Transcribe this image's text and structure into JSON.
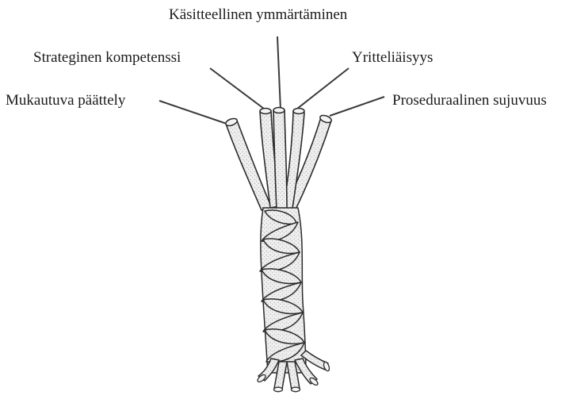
{
  "diagram": {
    "strands": [
      {
        "id": "conceptual",
        "label": "Käsitteellinen ymmärtäminen"
      },
      {
        "id": "strategic",
        "label": "Strateginen kompetenssi"
      },
      {
        "id": "disposition",
        "label": "Yritteliäisyys"
      },
      {
        "id": "reasoning",
        "label": "Mukautuva päättely"
      },
      {
        "id": "procedural",
        "label": "Proseduraalinen sujuvuus"
      }
    ],
    "colors": {
      "ink": "#2b2b2b",
      "strand_fill": "#e9e9e9",
      "stipple": "#8a8a8a",
      "leader": "#3a3a3a"
    }
  }
}
